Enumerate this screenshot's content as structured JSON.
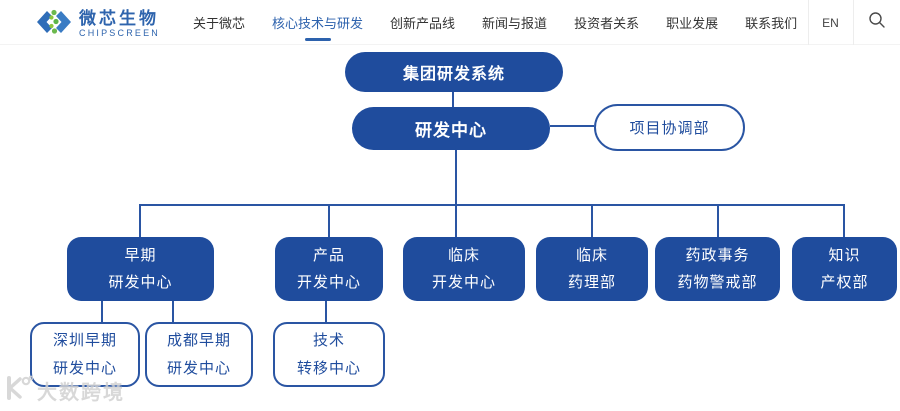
{
  "colors": {
    "accent": "#1f4c9d",
    "line": "#2a55a3",
    "nav_text": "#333333",
    "divider": "#ededed",
    "watermark": "#d2d2d2"
  },
  "header": {
    "logo": {
      "cn": "微芯生物",
      "en": "CHIPSCREEN",
      "icon": "chipscreen-mark"
    },
    "nav": [
      {
        "label": "关于微芯",
        "active": false
      },
      {
        "label": "核心技术与研发",
        "active": true
      },
      {
        "label": "创新产品线",
        "active": false
      },
      {
        "label": "新闻与报道",
        "active": false
      },
      {
        "label": "投资者关系",
        "active": false
      },
      {
        "label": "职业发展",
        "active": false
      },
      {
        "label": "联系我们",
        "active": false
      }
    ],
    "lang_label": "EN",
    "search_icon": "magnifier"
  },
  "org": {
    "root": {
      "label": "集团研发系统"
    },
    "center": {
      "label": "研发中心"
    },
    "side": {
      "label": "项目协调部"
    },
    "level2": [
      {
        "line1": "早期",
        "line2": "研发中心"
      },
      {
        "line1": "产品",
        "line2": "开发中心"
      },
      {
        "line1": "临床",
        "line2": "开发中心"
      },
      {
        "line1": "临床",
        "line2": "药理部"
      },
      {
        "line1": "药政事务",
        "line2": "药物警戒部"
      },
      {
        "line1": "知识",
        "line2": "产权部"
      }
    ],
    "level3": [
      {
        "line1": "深圳早期",
        "line2": "研发中心"
      },
      {
        "line1": "成都早期",
        "line2": "研发中心"
      },
      {
        "line1": "技术",
        "line2": "转移中心"
      }
    ]
  },
  "watermark": {
    "icon": "dashu-kuajing-logo",
    "text": "大数跨境"
  }
}
